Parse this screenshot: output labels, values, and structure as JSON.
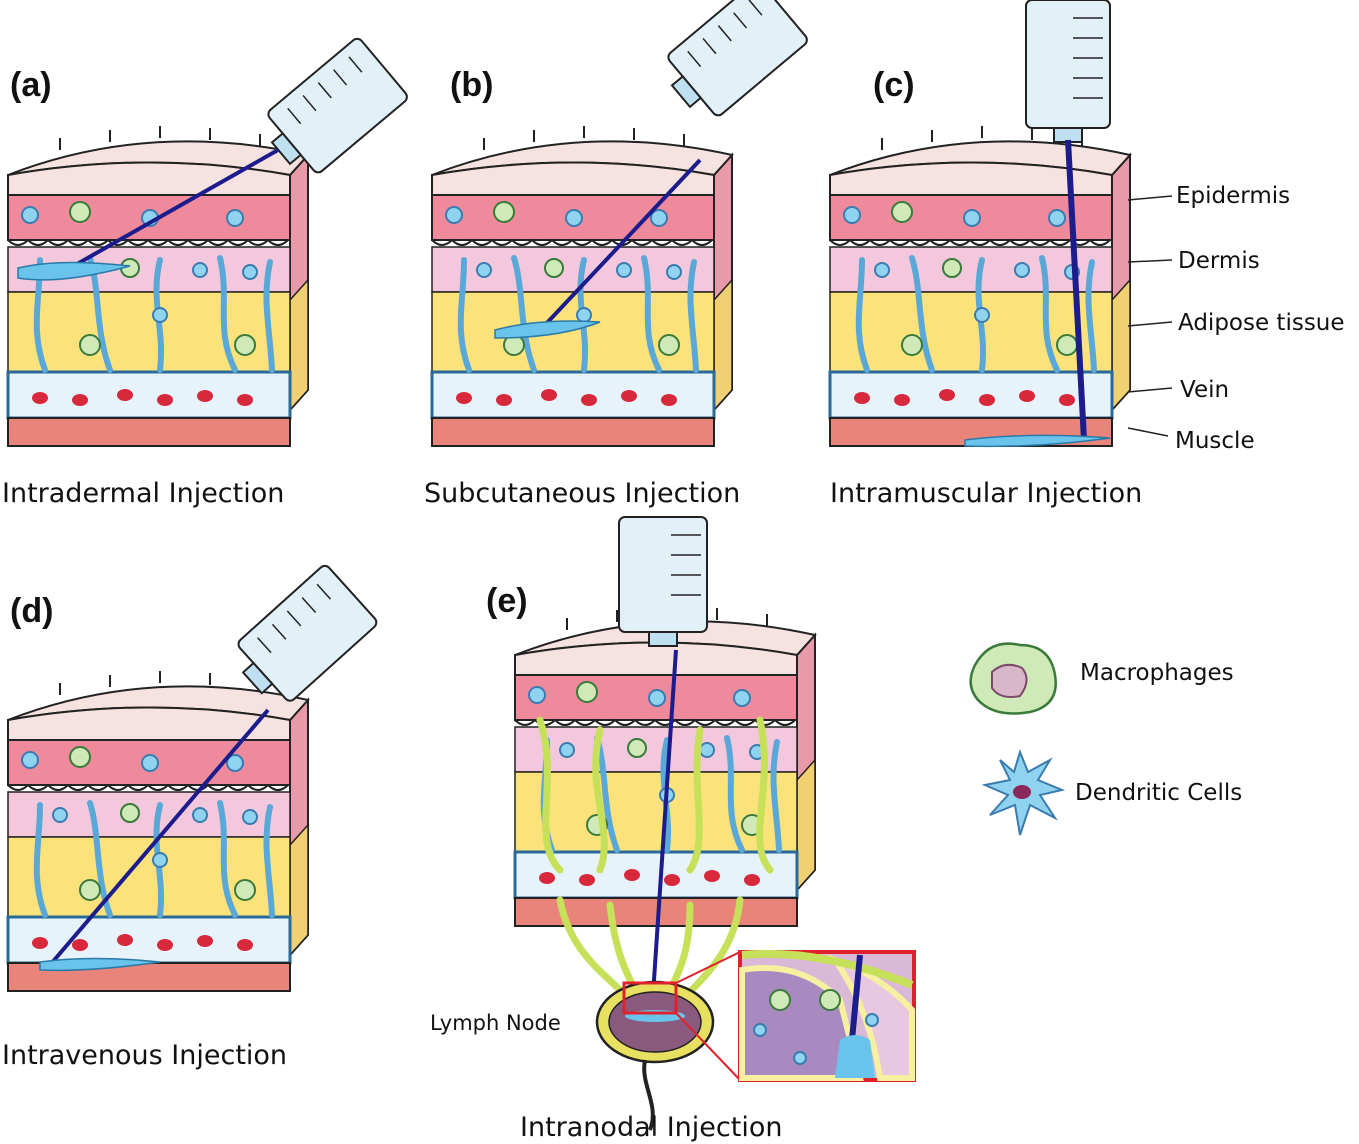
{
  "panels": [
    {
      "id": "a",
      "letter": "(a)",
      "caption": "Intradermal Injection"
    },
    {
      "id": "b",
      "letter": "(b)",
      "caption": "Subcutaneous Injection"
    },
    {
      "id": "c",
      "letter": "(c)",
      "caption": "Intramuscular Injection"
    },
    {
      "id": "d",
      "letter": "(d)",
      "caption": "Intravenous Injection"
    },
    {
      "id": "e",
      "letter": "(e)",
      "caption": "Intranodal Injection"
    }
  ],
  "layer_labels": [
    "Epidermis",
    "Dermis",
    "Adipose tissue",
    "Vein",
    "Muscle"
  ],
  "lymph_node_label": "Lymph Node",
  "legend": [
    {
      "label": "Macrophages",
      "icon": "macrophage-icon"
    },
    {
      "label": "Dendritic Cells",
      "icon": "dendritic-cell-icon"
    }
  ],
  "colors": {
    "skin_top": "#f6e2e0",
    "epidermis": "#ee8a9c",
    "dermis": "#f4c8dc",
    "adipose": "#fbe27a",
    "vessel": "#5aa8d8",
    "vein_lumen": "#e6f3fa",
    "muscle": "#e8847a",
    "needle": "#1c1c8c",
    "syringe": "#e2f1f8",
    "injectate": "#69c3ea",
    "lymph_vessel": "#c7e05a",
    "blood_cell": "#d8283c",
    "inset_border": "#e0202a"
  }
}
